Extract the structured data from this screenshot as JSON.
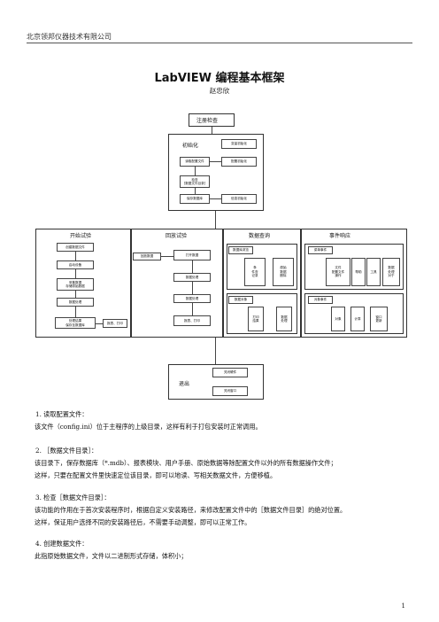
{
  "header": {
    "company": "北京领邦仪器技术有限公司"
  },
  "doc": {
    "title": "LabVIEW 编程基本框架",
    "author": "赵忠欣"
  },
  "diagram": {
    "top": "注册检查",
    "init": {
      "label": "初始化",
      "items": [
        "读取配置文件",
        "检查\n[数据文件目录]",
        "保存数据库"
      ],
      "side": [
        "变量初始化",
        "配置初始化",
        "信息初始化"
      ]
    },
    "col1": {
      "label": "开始试验",
      "items": [
        "创建数据文件",
        "启动设备",
        "采集数据\n存储原始数据",
        "数据处理",
        "处理结果\n保存至数据库",
        "报表、打印"
      ]
    },
    "col2": {
      "label": "回放试验",
      "items": [
        "回放数据",
        "打开数据",
        "数据处理",
        "数据处理",
        "报表、打印"
      ]
    },
    "col3": {
      "label": "数据查询",
      "items": [
        "数据库浏览",
        "条\n件查\n记录",
        "原始\n数据\n删除",
        "数据对象",
        "打印\n结果",
        "数据\n处理"
      ]
    },
    "col4": {
      "label": "事件响应",
      "items": [
        "菜单事件",
        "文件\n配置文件\n操作",
        "帮助",
        "工具",
        "数据\n处理\n对于",
        "对象事件",
        "对象",
        "计算",
        "窗口\n更新"
      ]
    },
    "exit": {
      "label": "退出",
      "items": [
        "关闭硬件",
        "关闭窗口"
      ]
    }
  },
  "sections": [
    {
      "heading": "1.   读取配置文件：",
      "lines": [
        "该文件（config.ini）位于主程序的上级目录，这样有利于打包安装时正常调用。"
      ]
    },
    {
      "heading": "2.   ［数据文件目录］：",
      "lines": [
        "该目录下，保存数据库（*.mdb）、报表模块、用户手册、原始数据等除配置文件以外的所有数据操作文件；",
        "这样，只要在配置文件里快速定位该目录，即可以地读、写相关数据文件，方便移植。"
      ]
    },
    {
      "heading": "3.   检查［数据文件目录］：",
      "lines": [
        "该功能的作用在于首次安装程序时，根据自定义安装路径，来修改配置文件中的［数据文件目录］的绝对位置。",
        "这样，保证用户选择不同的安装路径后，不需要手动调整，即可以正常工作。"
      ]
    },
    {
      "heading": "4.   创建数据文件：",
      "lines": [
        "此指原始数据文件，文件以二进制形式存储，体积小；"
      ]
    }
  ],
  "page_number": "1"
}
